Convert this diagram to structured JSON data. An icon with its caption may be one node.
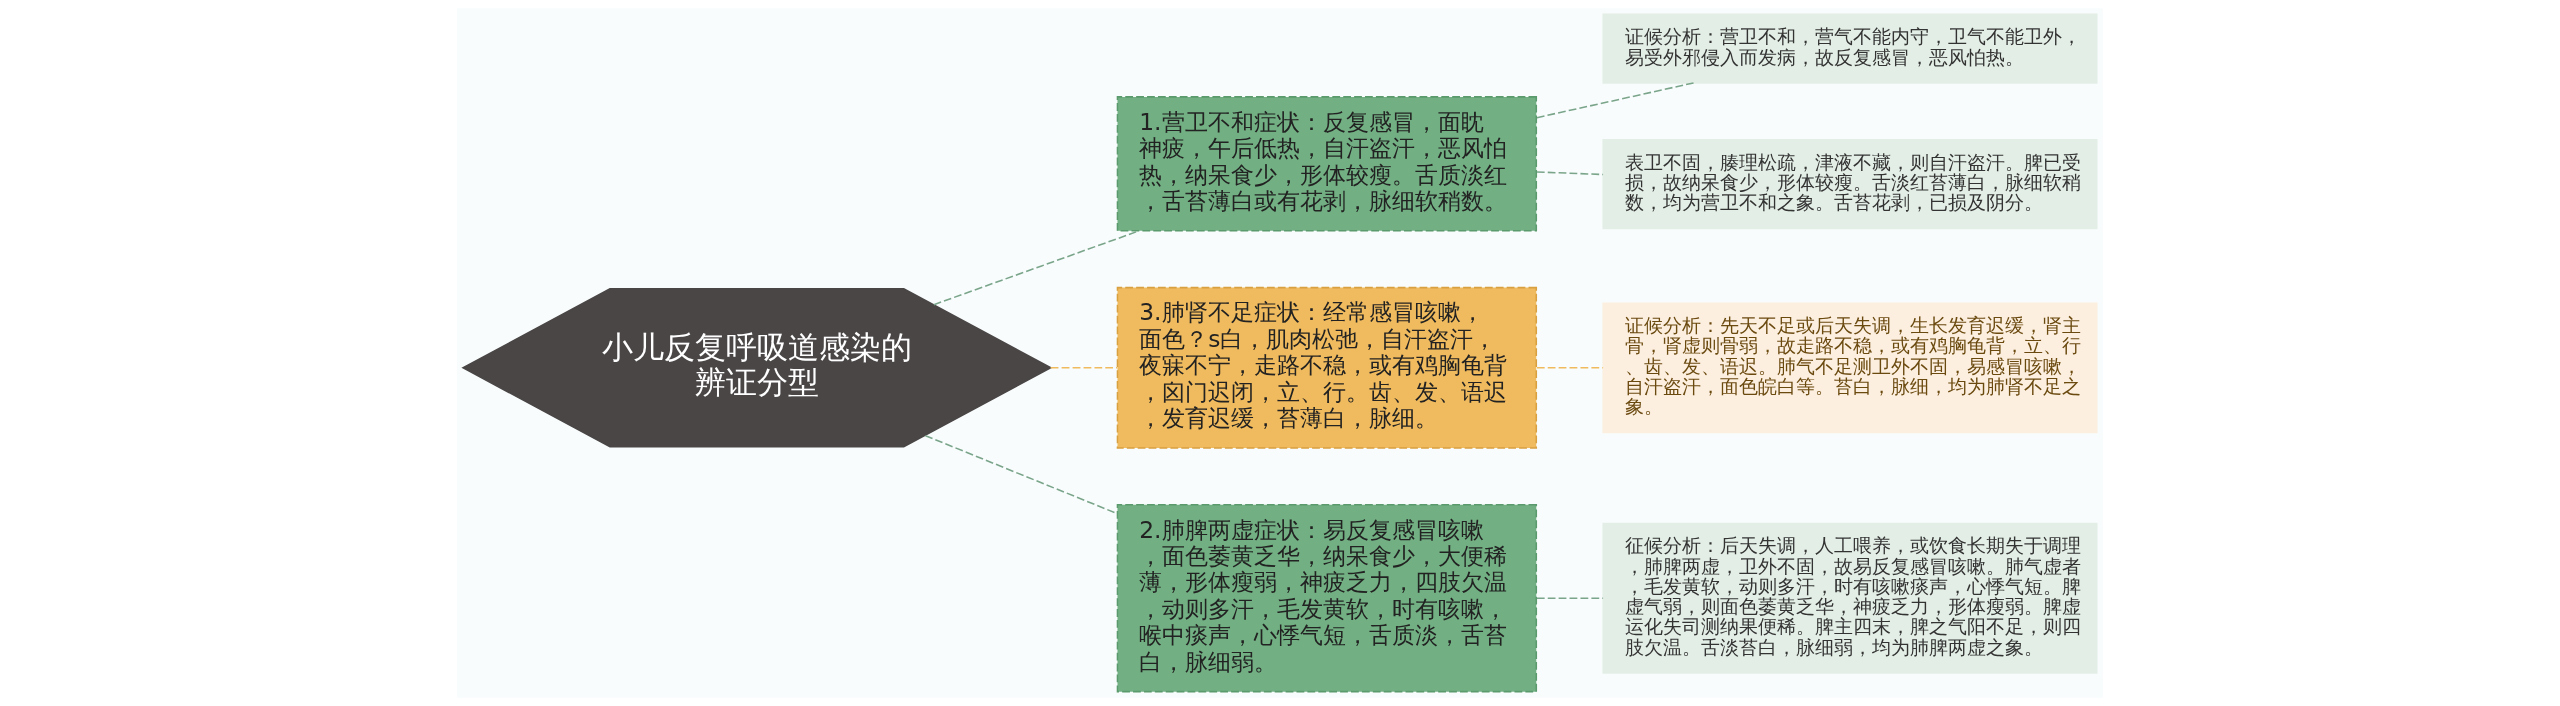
{
  "diagram": {
    "nodes": [
      {
        "text": [
          "小儿反复呼吸道感染的辨证分型"
        ]
      },
      {
        "text": [
          "1.营卫不和症状：反复感冒，面眈神疲，午后低热，自汗盗汗，恶风怕热，纳呆食少，形体较瘦。舌质淡红，舌苔薄白或有花剥，脉细软稍数。"
        ]
      },
      {
        "text": [
          "证候分析：营卫不和，营气不能内守，卫气不能卫外，易受外邪侵入而发病，故反复感冒，恶风怕热。"
        ]
      },
      {
        "text": [
          "表卫不固，腠理松疏，津液不藏，则自汗盗汗。脾已受损，故纳呆食少，形体较瘦。舌淡红苔薄白，脉细软稍数，均为营卫不和之象。舌苔花剥，已损及阴分。"
        ]
      },
      {
        "text": [
          "3.肺肾不足症状：经常感冒咳嗽，面色？s白，肌肉松弛，自汗盗汗，夜寐不宁，走路不稳，或有鸡胸龟背，囟门迟闭，立、行。齿、发、语迟，发育迟缓，苔薄白，脉细。"
        ]
      },
      {
        "text": [
          "证候分析：先天不足或后天失调，生长发育迟缓，肾主骨，肾虚则骨弱，故走路不稳，或有鸡胸龟背，立、行、齿、发、语迟。肺气不足测卫外不固，易感冒咳嗽，自汗盗汗，面色皖白等。苔白，脉细，均为肺肾不足之象。"
        ]
      },
      {
        "text": [
          "2.肺脾两虚症状：易反复感冒咳嗽，面色萎黄乏华，纳呆食少，大便稀薄，形体瘦弱，神疲乏力，四肢欠温，动则多汗，毛发黄软，时有咳嗽，喉中痰声，心悸气短，舌质淡，舌苔白，脉细弱。"
        ]
      },
      {
        "text": [
          "征候分析：后天失调，人工喂养，或饮食长期失于调理，肺脾两虚，卫外不固，故易反复感冒咳嗽。肺气虚者，毛发黄软，动则多汗，时有咳嗽痰声，心悸气短。脾虚气弱，则面色萎黄乏华，神疲乏力，形体瘦弱。脾虚运化失司测纳果便稀。脾主四末，脾之气阳不足，则四肢欠温。舌淡苔白，脉细弱，均为肺脾两虚之象。"
        ]
      }
    ],
    "edges": [
      {
        "from": 0,
        "to": 1,
        "arrow": "none",
        "style": "dashed"
      },
      {
        "from": 1,
        "to": 2,
        "arrow": "none",
        "style": "dashed"
      },
      {
        "from": 1,
        "to": 3,
        "arrow": "none",
        "style": "dashed"
      },
      {
        "from": 0,
        "to": 4,
        "arrow": "none",
        "style": "dashed",
        "color": "#f0bb5e"
      },
      {
        "from": 4,
        "to": 5,
        "arrow": "none",
        "style": "dashed",
        "color": "#f0bb5e"
      },
      {
        "from": 0,
        "to": 6,
        "arrow": "none",
        "style": "dashed"
      },
      {
        "from": 6,
        "to": 7,
        "arrow": "none",
        "style": "dashed"
      }
    ]
  }
}
